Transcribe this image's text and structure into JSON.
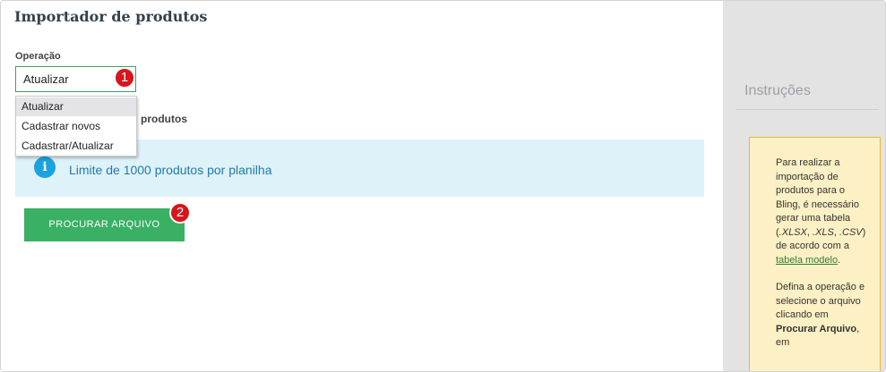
{
  "page": {
    "title": "Importador de produtos"
  },
  "operation": {
    "label": "Operação",
    "selected": "Atualizar",
    "options": [
      "Atualizar",
      "Cadastrar novos",
      "Cadastrar/Atualizar"
    ]
  },
  "section": {
    "label": "produtos"
  },
  "info": {
    "text": "Limite de 1000 produtos por planilha",
    "icon": "info-icon"
  },
  "button": {
    "label": "PROCURAR ARQUIVO"
  },
  "badges": [
    "1",
    "2"
  ],
  "sidebar": {
    "title": "Instruções",
    "note": {
      "p1_before": "Para realizar a importação de produtos para o Bling, é necessário gerar uma tabela (",
      "f1": ".XLSX",
      "sep1": ", ",
      "f2": ".XLS",
      "sep2": ", ",
      "f3": ".CSV",
      "p1_mid": ") de acordo com a ",
      "link": "tabela modelo",
      "p1_end": ".",
      "p2_before": "Defina a operação e selecione o arquivo clicando em ",
      "p2_bold": "Procurar Arquivo",
      "p2_after": ", em"
    }
  },
  "colors": {
    "accent": "#39b064",
    "info_bg": "#ddf2f9",
    "badge": "#d9141a",
    "note_bg": "#fdf0c4"
  }
}
